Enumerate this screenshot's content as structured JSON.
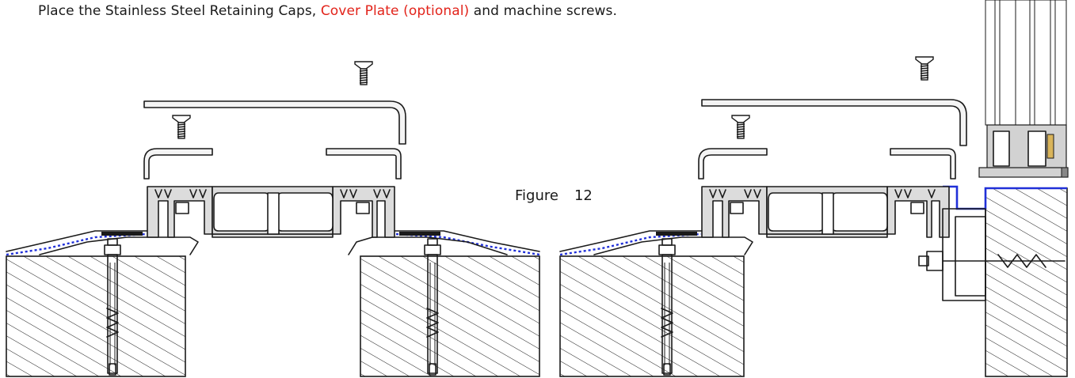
{
  "instruction": {
    "prefix": "Place the Stainless Steel Retaining Caps, ",
    "highlight": "Cover Plate (optional)",
    "suffix": " and machine screws."
  },
  "figure": {
    "label": "Figure",
    "number": "12"
  },
  "colors": {
    "highlight": "#e2231a",
    "membrane": "#2030d8",
    "text": "#1a1a1a",
    "profile": "#dcdcdc"
  },
  "icons": [
    "machine-screw-icon"
  ]
}
